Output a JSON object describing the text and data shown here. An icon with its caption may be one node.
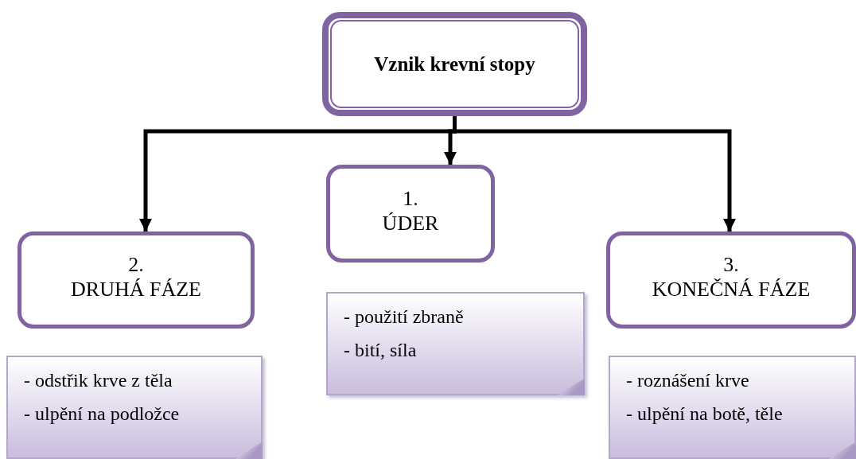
{
  "diagram": {
    "nodes": [
      {
        "text": [
          "Vznik krevní stopy"
        ]
      },
      {
        "text": [
          "2.",
          "DRUHÁ FÁZE"
        ]
      },
      {
        "text": [
          "1.",
          "ÚDER"
        ]
      },
      {
        "text": [
          "3.",
          "KONEČNÁ FÁZE"
        ]
      },
      {
        "text": [
          "- odstřik krve z těla",
          "- ulpění na podložce"
        ]
      },
      {
        "text": [
          "- použití zbraně",
          "- bití, síla"
        ]
      },
      {
        "text": [
          "- roznášení krve",
          "- ulpění na botě, těle"
        ]
      }
    ],
    "edges": [
      {
        "from": 0,
        "to": 1,
        "arrow": "to"
      },
      {
        "from": 0,
        "to": 2,
        "arrow": "to"
      },
      {
        "from": 0,
        "to": 3,
        "arrow": "to"
      }
    ]
  }
}
